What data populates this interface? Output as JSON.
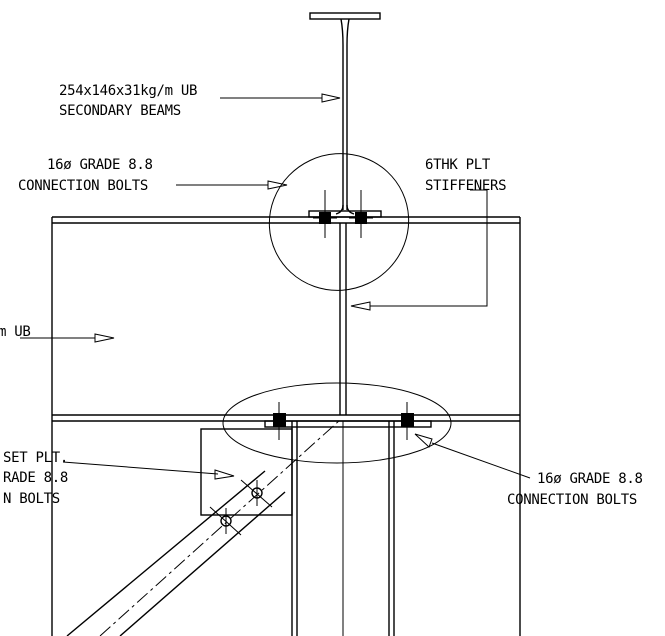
{
  "labels": {
    "secondary_beam_line1": "254x146x31kg/m UB",
    "secondary_beam_line2": "SECONDARY BEAMS",
    "top_bolts_line1": "16ø GRADE 8.8",
    "top_bolts_line2": "CONNECTION BOLTS",
    "stiffener_line1": "6THK PLT",
    "stiffener_line2": "STIFFENERS",
    "main_beam_partial": "m UB",
    "gusset_line1": "SET PLT.",
    "gusset_line2": "RADE 8.8",
    "gusset_line3": "N BOLTS",
    "bottom_bolts_line1": "16ø GRADE 8.8",
    "bottom_bolts_line2": "CONNECTION BOLTS"
  }
}
